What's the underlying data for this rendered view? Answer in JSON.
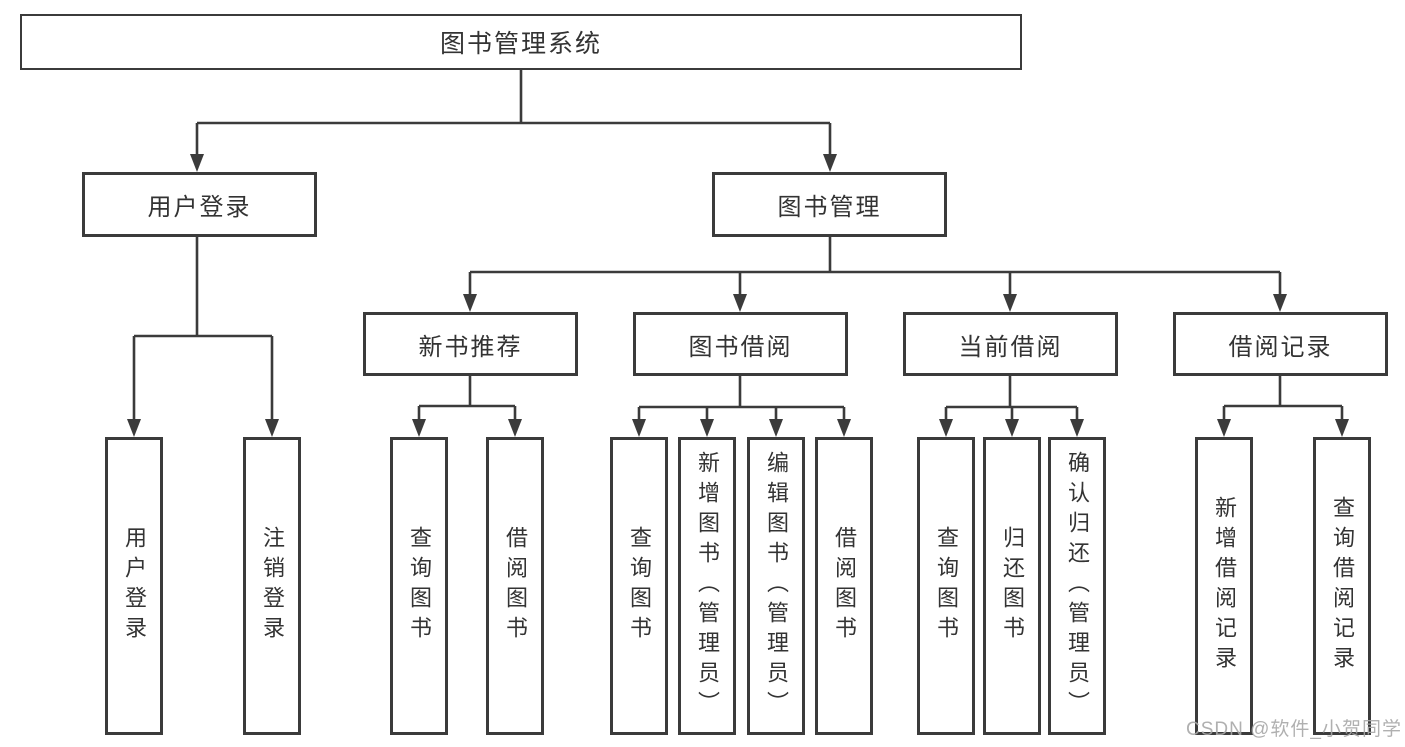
{
  "title": "图书管理系统",
  "tree": {
    "root": {
      "label": "图书管理系统"
    },
    "branches": [
      {
        "label": "用户登录",
        "children": [
          {
            "label": "用户登录"
          },
          {
            "label": "注销登录"
          }
        ]
      },
      {
        "label": "图书管理",
        "children": [
          {
            "label": "新书推荐",
            "children": [
              {
                "label": "查询图书"
              },
              {
                "label": "借阅图书"
              }
            ]
          },
          {
            "label": "图书借阅",
            "children": [
              {
                "label": "查询图书"
              },
              {
                "label": "新增图书（管理员）"
              },
              {
                "label": "编辑图书（管理员）"
              },
              {
                "label": "借阅图书"
              }
            ]
          },
          {
            "label": "当前借阅",
            "children": [
              {
                "label": "查询图书"
              },
              {
                "label": "归还图书"
              },
              {
                "label": "确认归还（管理员）"
              }
            ]
          },
          {
            "label": "借阅记录",
            "children": [
              {
                "label": "新增借阅记录"
              },
              {
                "label": "查询借阅记录"
              }
            ]
          }
        ]
      }
    ]
  },
  "watermark": "CSDN @软件_小贺同学",
  "colors": {
    "line": "#3b3b3b",
    "text": "#333333",
    "watermark": "#a8a8a8",
    "background": "#ffffff"
  }
}
